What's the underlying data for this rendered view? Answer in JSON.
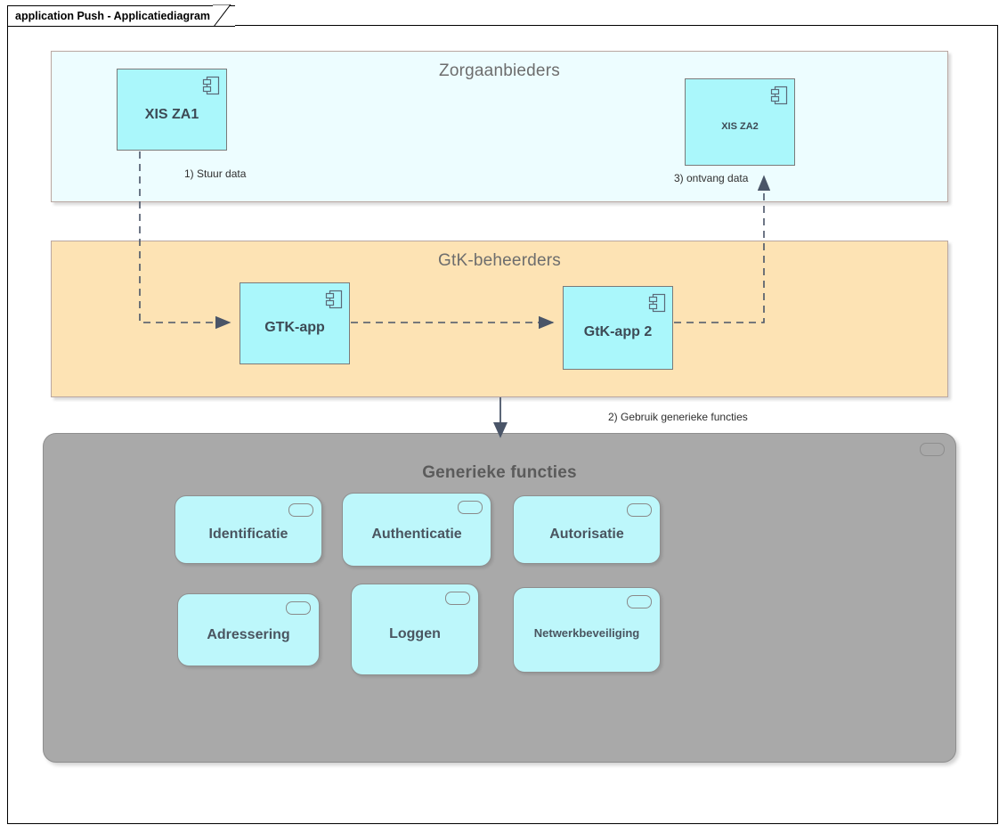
{
  "window": {
    "tab_title": "application Push - Applicatiediagram"
  },
  "groups": {
    "zorgaanbieders": {
      "title": "Zorgaanbieders",
      "fill": "#edfdff",
      "border": "#b9a7a1"
    },
    "gtk_beheerders": {
      "title": "GtK-beheerders",
      "fill": "#fde3b4",
      "border": "#b9a7a1"
    },
    "generieke_functies": {
      "title": "Generieke functies",
      "fill": "#a9a9a9",
      "border": "#8e8e8e"
    }
  },
  "components": [
    {
      "id": "xis-za1",
      "label": "XIS ZA1",
      "font_size": "16px",
      "icon": "uml-component-icon"
    },
    {
      "id": "xis-za2",
      "label": "XIS ZA2",
      "font_size": "11px",
      "icon": "uml-component-icon"
    },
    {
      "id": "gtk-app",
      "label": "GTK-app",
      "font_size": "16px",
      "icon": "uml-component-icon"
    },
    {
      "id": "gtk-app-2",
      "label": "GtK-app 2",
      "font_size": "16px",
      "icon": "uml-component-icon"
    }
  ],
  "services": [
    {
      "id": "identificatie",
      "label": "Identificatie",
      "font_size": "16px",
      "icon": "rounded-pill-icon"
    },
    {
      "id": "authenticatie",
      "label": "Authenticatie",
      "font_size": "16px",
      "icon": "rounded-pill-icon"
    },
    {
      "id": "autorisatie",
      "label": "Autorisatie",
      "font_size": "16px",
      "icon": "rounded-pill-icon"
    },
    {
      "id": "adressering",
      "label": "Adressering",
      "font_size": "16px",
      "icon": "rounded-pill-icon"
    },
    {
      "id": "loggen",
      "label": "Loggen",
      "font_size": "16px",
      "icon": "rounded-pill-icon"
    },
    {
      "id": "netwerkbeveiliging",
      "label": "Netwerkbeveiliging",
      "font_size": "13px",
      "icon": "rounded-pill-icon"
    }
  ],
  "connectors": [
    {
      "id": "stuur-data",
      "label": "1) Stuur data",
      "style": "dashed",
      "from": "xis-za1",
      "to": "gtk-app"
    },
    {
      "id": "gebruik-functies",
      "label": "2) Gebruik generieke functies",
      "style": "solid",
      "from": "gtk-app",
      "to": "generieke-functies"
    },
    {
      "id": "ontvang-data",
      "label": "3) ontvang data",
      "style": "dashed",
      "from": "gtk-app-2",
      "to": "xis-za2"
    },
    {
      "id": "gtk-to-gtk2",
      "label": "",
      "style": "dashed",
      "from": "gtk-app",
      "to": "gtk-app-2"
    }
  ],
  "colors": {
    "component_fill": "#aaf7fb",
    "service_fill": "#bdf7fb",
    "node_border": "#7a7a7a",
    "connector": "#4a5568",
    "title_text": "#6d6d6d"
  }
}
